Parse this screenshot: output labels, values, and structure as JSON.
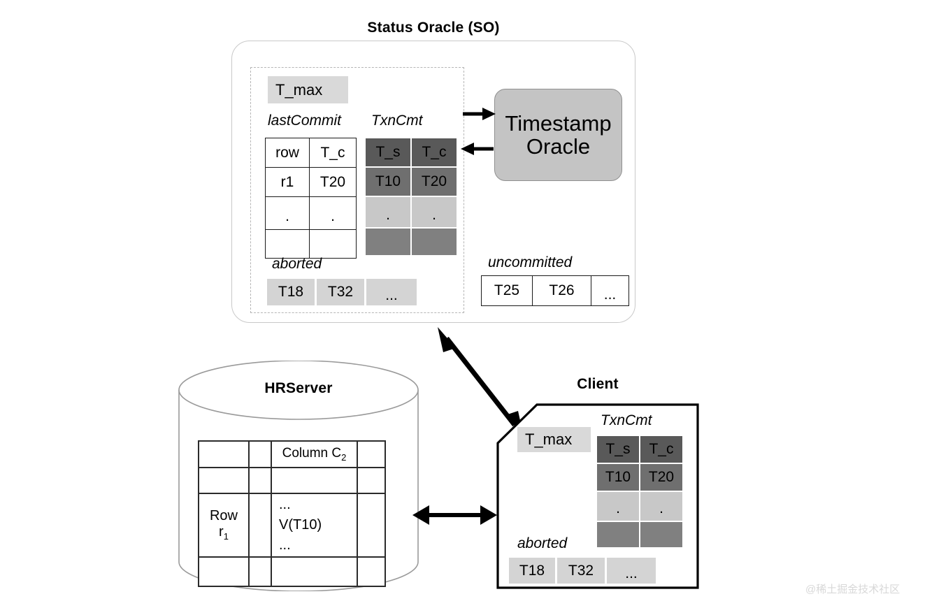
{
  "figure": {
    "watermark": "@稀土掘金技术社区"
  },
  "status_oracle": {
    "title": "Status Oracle (SO)",
    "t_max_label": "T_max",
    "last_commit": {
      "caption": "lastCommit",
      "rows": [
        [
          "row",
          "T_c"
        ],
        [
          "r1",
          "T20"
        ],
        [
          ".",
          "."
        ],
        [
          "",
          ""
        ]
      ]
    },
    "txn_cmt": {
      "caption": "TxnCmt",
      "rows": [
        [
          "T_s",
          "T_c"
        ],
        [
          "T10",
          "T20"
        ],
        [
          ".",
          "."
        ],
        [
          "",
          ""
        ]
      ],
      "row_shades": [
        "sh-head",
        "sh-mid",
        "sh-lite",
        "sh-dark"
      ]
    },
    "aborted": {
      "caption": "aborted",
      "cells": [
        "T18",
        "T32",
        "..."
      ]
    },
    "uncommitted": {
      "caption": "uncommitted",
      "cells": [
        "T25",
        "T26",
        "..."
      ]
    }
  },
  "timestamp_oracle": {
    "line1": "Timestamp",
    "line2": "Oracle"
  },
  "hrserver": {
    "title": "HRServer",
    "column_header": "Column C",
    "column_header_sub": "2",
    "row_label": "Row",
    "row_label_sub": "r",
    "row_label_sub_num": "1",
    "cell_line1": "...",
    "cell_line2": "V(T10)",
    "cell_line3": "..."
  },
  "client": {
    "title": "Client",
    "t_max_label": "T_max",
    "txn_cmt": {
      "caption": "TxnCmt",
      "rows": [
        [
          "T_s",
          "T_c"
        ],
        [
          "T10",
          "T20"
        ],
        [
          ".",
          "."
        ],
        [
          "",
          ""
        ]
      ],
      "row_shades": [
        "sh-head",
        "sh-mid",
        "sh-lite",
        "sh-dark"
      ]
    },
    "aborted": {
      "caption": "aborted",
      "cells": [
        "T18",
        "T32",
        "..."
      ]
    }
  },
  "connectors": {
    "so_to_ts": "arrow-right",
    "ts_to_so": "arrow-left",
    "so_client": "double-arrow-diagonal",
    "hrserver_client": "double-arrow-horizontal"
  },
  "colors": {
    "shade_header": "#595959",
    "shade_mid": "#6f6f6f",
    "shade_light": "#c8c8c8",
    "shade_dark": "#808080",
    "chip": "#d9d9d9",
    "oracle_fill": "#c4c4c4"
  }
}
